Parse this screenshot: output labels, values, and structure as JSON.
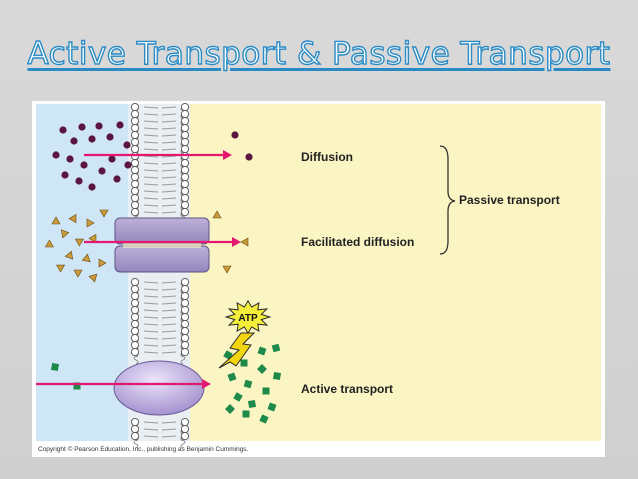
{
  "title": "Active Transport  & Passive Transport",
  "labels": {
    "diffusion": "Diffusion",
    "facilitated": "Facilitated diffusion",
    "active": "Active transport",
    "passive_group": "Passive transport",
    "atp": "ATP"
  },
  "copyright": "Copyright © Pearson Education, Inc., publishing as Benjamin Cummings.",
  "colors": {
    "extracellular": "#cfe6f7",
    "intracellular": "#fbf5c4",
    "arrow": "#e3186e",
    "solute_dot": "#5a1540",
    "solute_triangle": "#c99a3a",
    "solute_square": "#1d8a4a",
    "channel_protein": "#a89bc7",
    "pump_protein": "#b9a8dc",
    "atp_burst": "#f4ee3a",
    "bolt": "#f2d40f"
  }
}
